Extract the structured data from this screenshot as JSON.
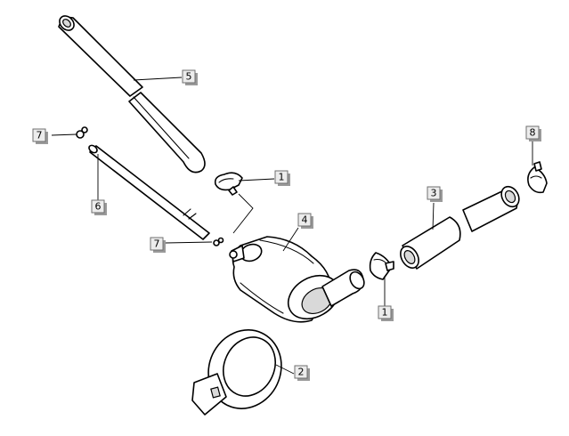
{
  "callouts": [
    {
      "id": "c1",
      "label": "1"
    },
    {
      "id": "c2",
      "label": "1"
    },
    {
      "id": "c3",
      "label": "2"
    },
    {
      "id": "c4",
      "label": "3"
    },
    {
      "id": "c5",
      "label": "4"
    },
    {
      "id": "c6",
      "label": "5"
    },
    {
      "id": "c7",
      "label": "6"
    },
    {
      "id": "c8",
      "label": "7"
    },
    {
      "id": "c9",
      "label": "7"
    },
    {
      "id": "c10",
      "label": "8"
    }
  ]
}
